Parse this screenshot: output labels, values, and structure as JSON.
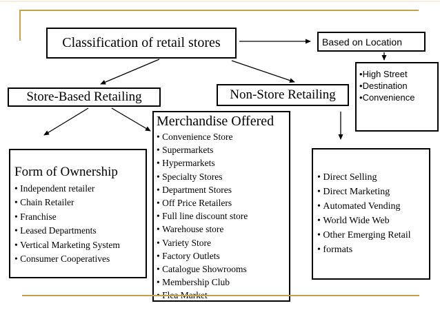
{
  "slide": {
    "title_box": "Classification of retail stores",
    "based_on_location": {
      "label": "Based on Location",
      "items": [
        "High Street",
        "Destination",
        "Convenience"
      ]
    },
    "store_based": "Store-Based Retailing",
    "non_store": "Non-Store Retailing",
    "ownership": {
      "title": "Form of Ownership",
      "items": [
        "Independent retailer",
        "Chain Retailer",
        "Franchise",
        "Leased Departments",
        "Vertical Marketing System",
        "Consumer Cooperatives"
      ]
    },
    "merchandise": {
      "title": "Merchandise Offered",
      "items": [
        "Convenience Store",
        "Supermarkets",
        "Hypermarkets",
        "Specialty Stores",
        "Department Stores",
        "Off Price Retailers",
        "Full line discount store",
        "Warehouse store",
        "Variety Store",
        "Factory Outlets",
        "Catalogue Showrooms",
        "Membership Club",
        "Flea Market"
      ]
    },
    "non_store_list": {
      "items": [
        "Direct Selling",
        "Direct Marketing",
        "Automated Vending",
        "World Wide Web",
        "Other Emerging Retail",
        "formats"
      ]
    },
    "colors": {
      "accent_gold": "#c2a24b",
      "line_black": "#000000",
      "background": "#ffffff"
    }
  }
}
